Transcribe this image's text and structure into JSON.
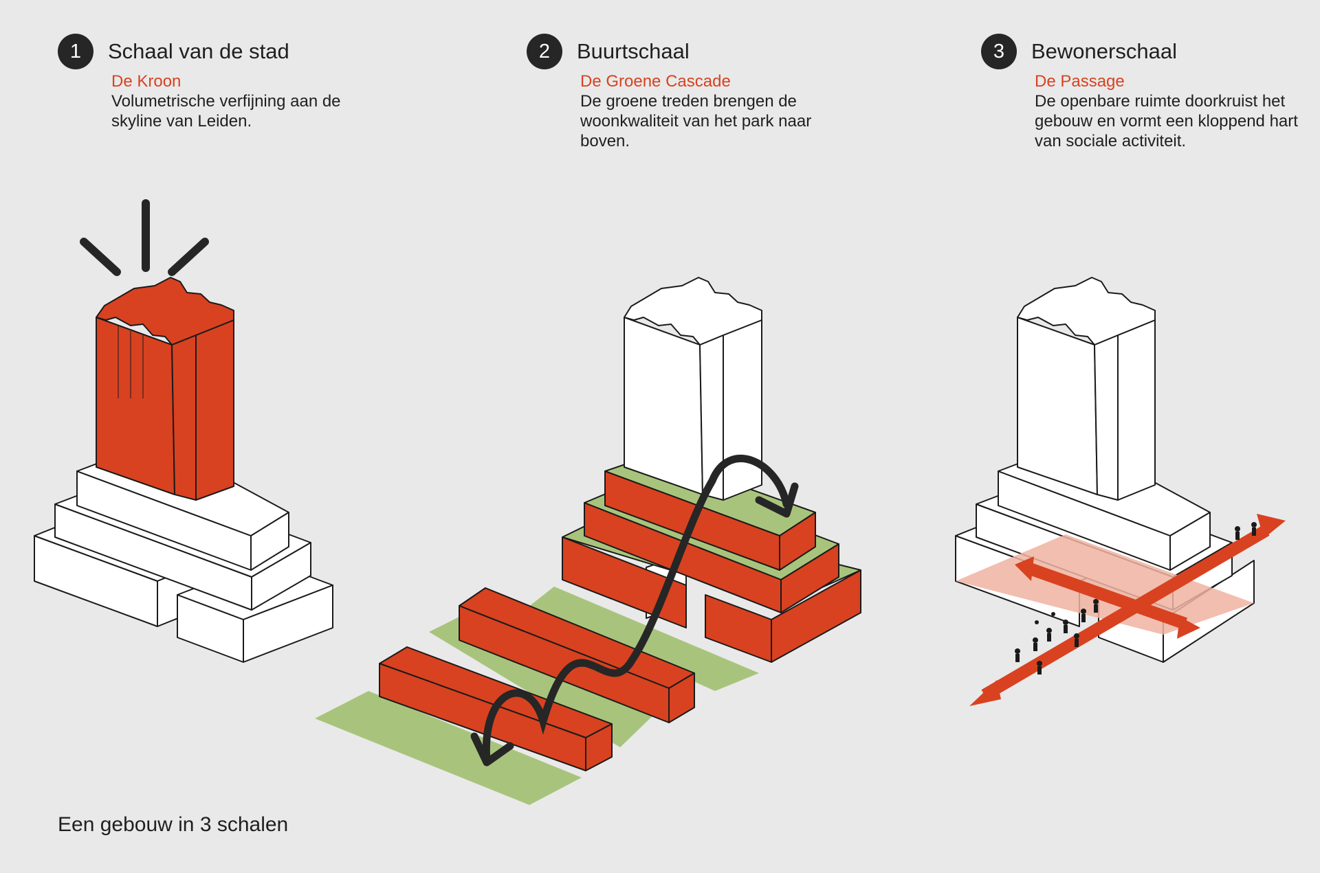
{
  "panels": [
    {
      "number": "1",
      "title": "Schaal van de stad",
      "subtitle": "De Kroon",
      "description": "Volumetrische verfijning aan de skyline van Leiden."
    },
    {
      "number": "2",
      "title": "Buurtschaal",
      "subtitle": "De Groene Cascade",
      "description": "De groene treden brengen de woonkwaliteit van het park naar boven."
    },
    {
      "number": "3",
      "title": "Bewonerschaal",
      "subtitle": "De Passage",
      "description": "De openbare ruimte doorkruist het gebouw en vormt een kloppend hart van sociale activiteit."
    }
  ],
  "footer": "Een gebouw in 3 schalen",
  "colors": {
    "accent": "#d84220",
    "green": "#a8c47c",
    "dark": "#262626",
    "white": "#ffffff",
    "background": "#e9e9e9",
    "pink": "#f0b3a1"
  },
  "icons": [
    "crown-rays-icon",
    "jump-arrow-icon",
    "double-arrow-icon",
    "people-icon"
  ]
}
